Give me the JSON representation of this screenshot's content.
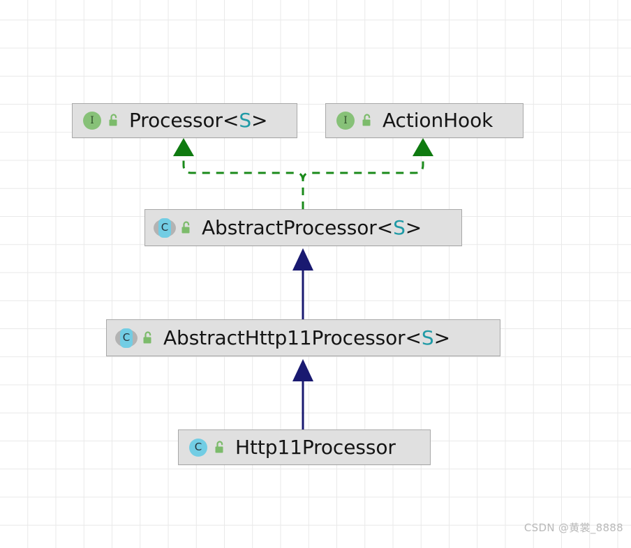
{
  "diagram": {
    "type": "uml-class-hierarchy",
    "title": "Http11Processor class hierarchy",
    "background": "#ffffff",
    "grid": {
      "minor_color": "#e9e9e9",
      "major_color": "#d4d4d4"
    },
    "node_fill": "#e0e0e0",
    "node_border": "#a8a8a8",
    "generic_param_color": "#1f9aa6",
    "inheritance_color": "#191970",
    "realization_color": "#1a8a1a",
    "nodes": [
      {
        "id": "processor",
        "name": "Processor",
        "generic": "S",
        "open_bracket": "<",
        "close_bracket": ">",
        "stereotype": "interface",
        "stereotype_glyph": "I",
        "visibility": "public",
        "visibility_icon": "open-padlock-icon"
      },
      {
        "id": "action-hook",
        "name": "ActionHook",
        "generic": "",
        "open_bracket": "",
        "close_bracket": "",
        "stereotype": "interface",
        "stereotype_glyph": "I",
        "visibility": "public",
        "visibility_icon": "open-padlock-icon"
      },
      {
        "id": "abstract-processor",
        "name": "AbstractProcessor",
        "generic": "S",
        "open_bracket": "<",
        "close_bracket": ">",
        "stereotype": "abstract-class",
        "stereotype_glyph": "C",
        "visibility": "public",
        "visibility_icon": "open-padlock-icon"
      },
      {
        "id": "abstract-http11-processor",
        "name": "AbstractHttp11Processor",
        "generic": "S",
        "open_bracket": "<",
        "close_bracket": ">",
        "stereotype": "abstract-class",
        "stereotype_glyph": "C",
        "visibility": "public",
        "visibility_icon": "open-padlock-icon"
      },
      {
        "id": "http11-processor",
        "name": "Http11Processor",
        "generic": "",
        "open_bracket": "",
        "close_bracket": "",
        "stereotype": "class",
        "stereotype_glyph": "C",
        "visibility": "public",
        "visibility_icon": "open-padlock-icon"
      }
    ],
    "edges": [
      {
        "from": "abstract-processor",
        "to": "processor",
        "kind": "realization",
        "style": "dashed",
        "arrow": "hollow-triangle-filled-green"
      },
      {
        "from": "abstract-processor",
        "to": "action-hook",
        "kind": "realization",
        "style": "dashed",
        "arrow": "hollow-triangle-filled-green"
      },
      {
        "from": "abstract-http11-processor",
        "to": "abstract-processor",
        "kind": "generalization",
        "style": "solid",
        "arrow": "filled-triangle-navy"
      },
      {
        "from": "http11-processor",
        "to": "abstract-http11-processor",
        "kind": "generalization",
        "style": "solid",
        "arrow": "filled-triangle-navy"
      }
    ]
  },
  "watermark": {
    "text": "CSDN @黄裳_8888"
  }
}
